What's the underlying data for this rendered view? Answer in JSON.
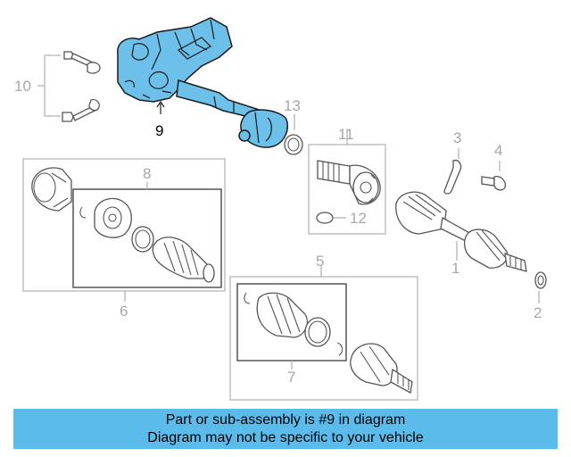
{
  "callouts": {
    "c1": "1",
    "c2": "2",
    "c3": "3",
    "c4": "4",
    "c5": "5",
    "c6": "6",
    "c7": "7",
    "c8": "8",
    "c9": "9",
    "c10": "10",
    "c11": "11",
    "c12": "12",
    "c13": "13"
  },
  "banner": {
    "line1": "Part or sub-assembly is #9 in diagram",
    "line2": "Diagram may not be specific to your vehicle"
  },
  "colors": {
    "highlight": "#6cc0ea",
    "banner": "#5bbcec",
    "callout_gray": "#a8a8a8"
  }
}
